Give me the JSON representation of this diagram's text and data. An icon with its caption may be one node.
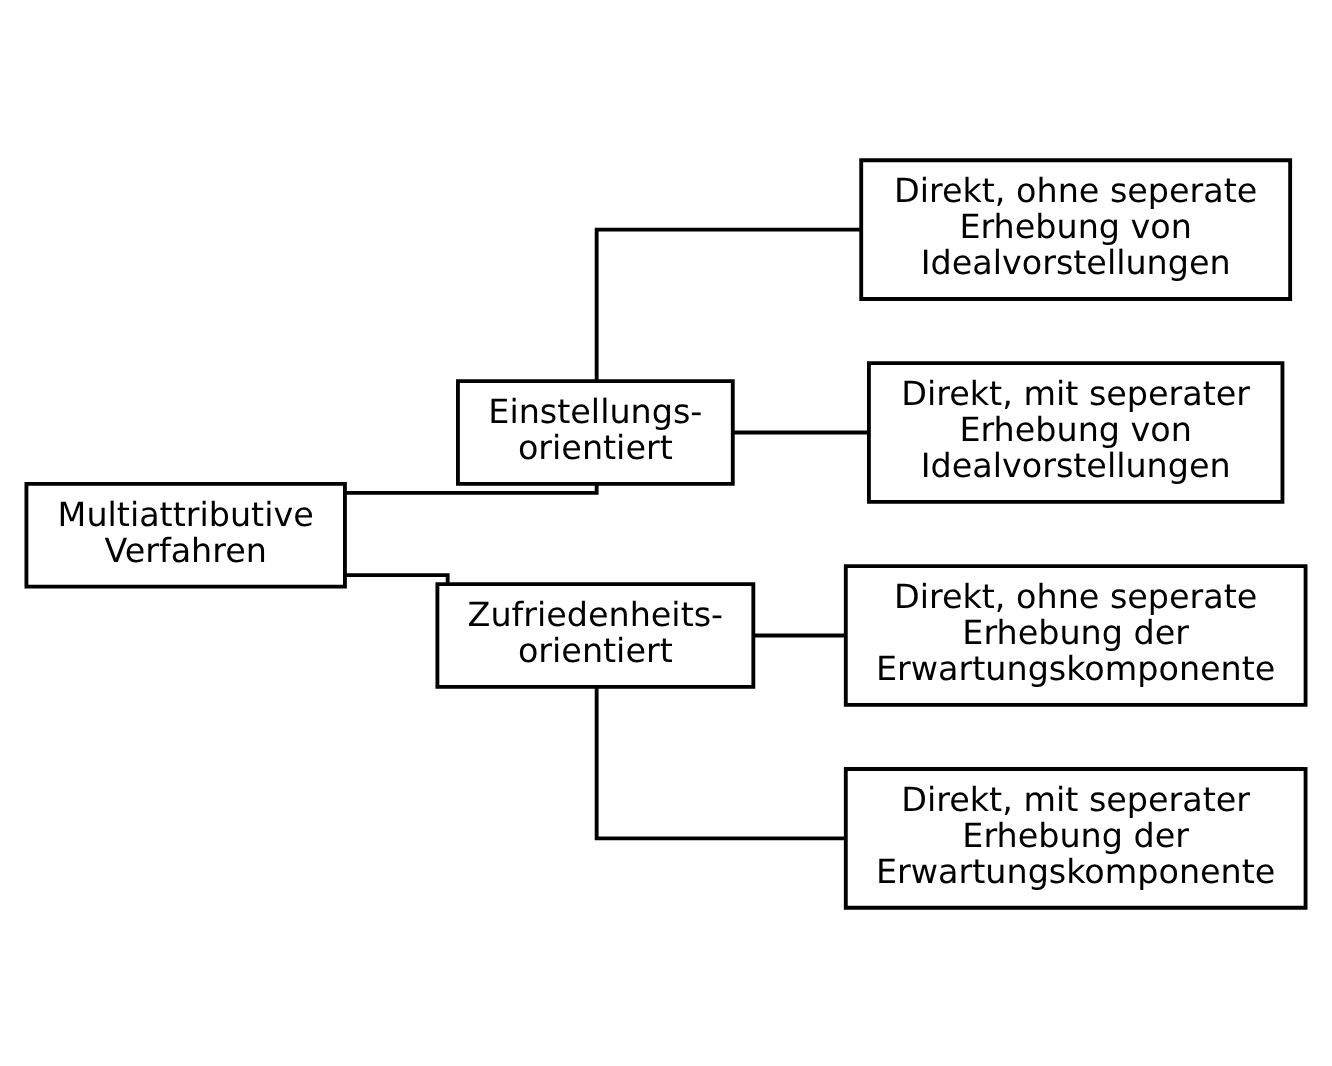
{
  "diagram": {
    "nodes": [
      {
        "text": [
          "Multiattributive Verfahren"
        ]
      },
      {
        "text": [
          "Einstellungs- orientiert"
        ]
      },
      {
        "text": [
          "Direkt, ohne seperate Erhebung von Idealvorstellungen"
        ]
      },
      {
        "text": [
          "Direkt, mit seperater Erhebung von Idealvorstellungen"
        ]
      },
      {
        "text": [
          "Zufriedenheits- orientiert"
        ]
      },
      {
        "text": [
          "Direkt, ohne seperate Erhebung der Erwartungskomponente"
        ]
      },
      {
        "text": [
          "Direkt, mit seperater Erhebung der Erwartungskomponente"
        ]
      }
    ],
    "edges": [
      {
        "from": 0,
        "to": 1,
        "arrow": "none"
      },
      {
        "from": 1,
        "to": 2,
        "arrow": "none"
      },
      {
        "from": 1,
        "to": 3,
        "arrow": "none"
      },
      {
        "from": 0,
        "to": 4,
        "arrow": "none"
      },
      {
        "from": 4,
        "to": 5,
        "arrow": "none"
      },
      {
        "from": 4,
        "to": 6,
        "arrow": "none"
      }
    ]
  }
}
